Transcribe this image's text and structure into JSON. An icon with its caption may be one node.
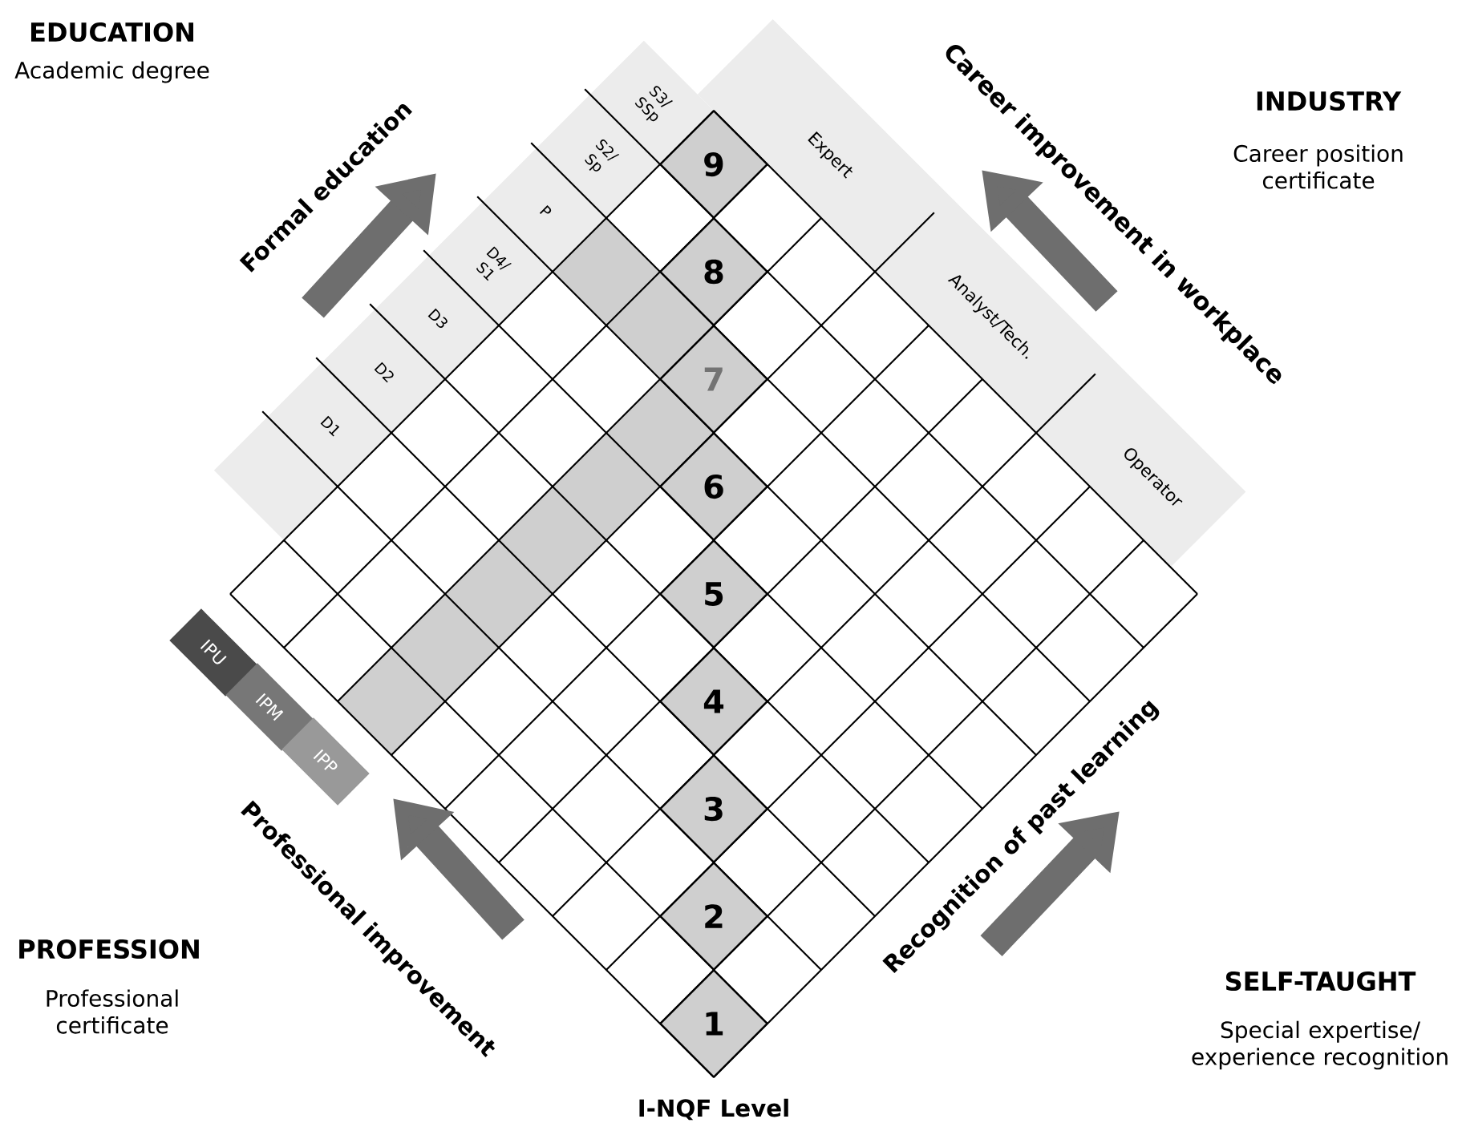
{
  "diagram": {
    "nodes": [
      {
        "text": [
          "9"
        ]
      },
      {
        "text": [
          "8"
        ]
      },
      {
        "text": [
          "7"
        ]
      },
      {
        "text": [
          "6"
        ]
      },
      {
        "text": [
          "5"
        ]
      },
      {
        "text": [
          "4"
        ]
      },
      {
        "text": [
          "3"
        ]
      },
      {
        "text": [
          "2"
        ]
      },
      {
        "text": [
          "1"
        ]
      },
      {
        "text": [
          "IPU"
        ]
      },
      {
        "text": [
          "IPM"
        ]
      },
      {
        "text": [
          "IPP"
        ]
      }
    ],
    "labels": [
      "EDUCATION",
      "Academic degree",
      "Formal education",
      "D1",
      "D2",
      "D3",
      "D4/ S1",
      "P",
      "S2/ Sp",
      "S3/ SSp",
      "Expert",
      "Analyst/Tech.",
      "Operator",
      "Career improvement in workplace",
      "INDUSTRY",
      "Career position certificate",
      "Professional improvement",
      "Recognition of past learning",
      "PROFESSION",
      "Professional certificate",
      "SELF-TAUGHT",
      "Special expertise/ experience recognition",
      "I-NQF Level"
    ]
  }
}
